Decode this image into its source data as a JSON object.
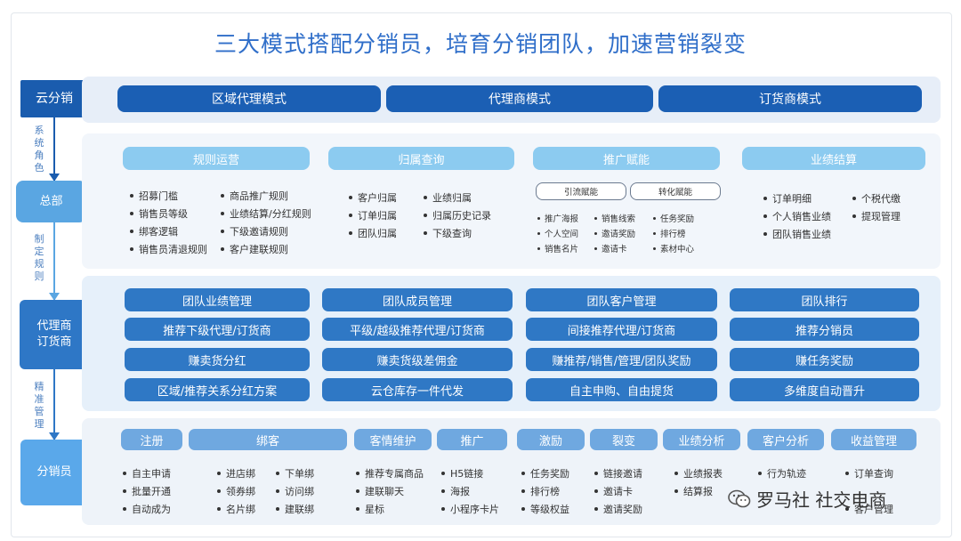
{
  "title": "三大模式搭配分销员，培育分销团队，加速营销裂变",
  "roles": {
    "cloud": "云分销",
    "hq": "总部",
    "agent_line1": "代理商",
    "agent_line2": "订货商",
    "dist": "分销员"
  },
  "connectors": {
    "c1": "系统角色",
    "c2": "制定规则",
    "c3": "精准管理"
  },
  "modes": [
    "区域代理模式",
    "代理商模式",
    "订货商模式"
  ],
  "hq": {
    "rules": {
      "header": "规则运营",
      "left": [
        "招募门槛",
        "销售员等级",
        "绑客逻辑",
        "销售员清退规则"
      ],
      "right": [
        "商品推广规则",
        "业绩结算/分红规则",
        "下级邀请规则",
        "客户建联规则"
      ]
    },
    "query": {
      "header": "归属查询",
      "left": [
        "客户归属",
        "订单归属",
        "团队归属"
      ],
      "right": [
        "业绩归属",
        "归属历史记录",
        "下级查询"
      ]
    },
    "promo": {
      "header": "推广赋能",
      "tag1": "引流赋能",
      "tag2": "转化赋能",
      "col1": [
        "推广海报",
        "个人空间",
        "销售名片"
      ],
      "col2": [
        "销售线索",
        "邀请奖励",
        "邀请卡"
      ],
      "col3": [
        "任务奖励",
        "排行榜",
        "素材中心"
      ]
    },
    "settle": {
      "header": "业绩结算",
      "left": [
        "订单明细",
        "个人销售业绩",
        "团队销售业绩"
      ],
      "right": [
        "个税代缴",
        "提现管理"
      ]
    }
  },
  "agent_grid": [
    [
      "团队业绩管理",
      "推荐下级代理/订货商",
      "赚卖货分红",
      "区域/推荐关系分红方案"
    ],
    [
      "团队成员管理",
      "平级/越级推荐代理/订货商",
      "赚卖货级差佣金",
      "云仓库存一件代发"
    ],
    [
      "团队客户管理",
      "间接推荐代理/订货商",
      "赚推荐/销售/管理/团队奖励",
      "自主申购、自由提货"
    ],
    [
      "团队排行",
      "推荐分销员",
      "赚任务奖励",
      "多维度自动晋升"
    ]
  ],
  "dist": {
    "headers": [
      "注册",
      "绑客",
      "客情维护",
      "推广",
      "激励",
      "裂变",
      "业绩分析",
      "客户分析",
      "收益管理"
    ],
    "col_register": [
      "自主申请",
      "批量开通",
      "自动成为"
    ],
    "col_bind_a": [
      "进店绑",
      "领券绑",
      "名片绑"
    ],
    "col_bind_b": [
      "下单绑",
      "访问绑",
      "建联绑"
    ],
    "col_care": [
      "推荐专属商品",
      "建联聊天",
      "星标"
    ],
    "col_promo": [
      "H5链接",
      "海报",
      "小程序卡片"
    ],
    "col_incent": [
      "任务奖励",
      "排行榜",
      "等级权益"
    ],
    "col_fission": [
      "链接邀请",
      "邀请卡",
      "邀请奖励"
    ],
    "col_perf": [
      "业绩报表",
      "结算报"
    ],
    "col_cust": [
      "行为轨迹"
    ],
    "col_income": [
      "订单查询",
      "",
      "客户管理"
    ]
  },
  "brand": "罗马社 社交电商",
  "colors": {
    "title": "#2f6ec9",
    "dark_blue": "#1b5fb4",
    "light_blue": "#8ccbf0",
    "mid_blue": "#2f78c5"
  }
}
